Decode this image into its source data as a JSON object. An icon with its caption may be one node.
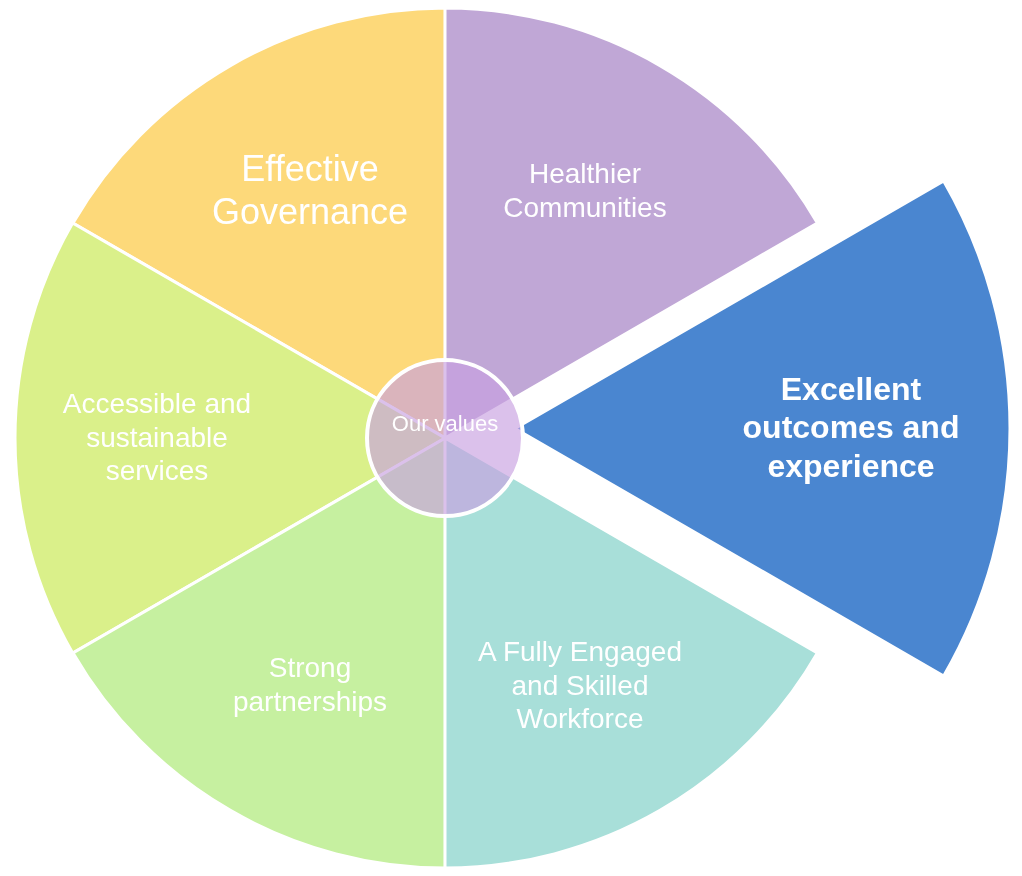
{
  "diagram": {
    "nodes": [
      {
        "text": [
          "Effective Governance"
        ]
      },
      {
        "text": [
          "Healthier Communities"
        ]
      },
      {
        "text": [
          "Accessible and sustainable services"
        ]
      },
      {
        "text": [
          "Excellent outcomes and experience"
        ]
      },
      {
        "text": [
          "Strong partnerships"
        ]
      },
      {
        "text": [
          "A Fully Engaged and Skilled Workforce"
        ]
      },
      {
        "text": [
          "Our values"
        ]
      }
    ]
  }
}
